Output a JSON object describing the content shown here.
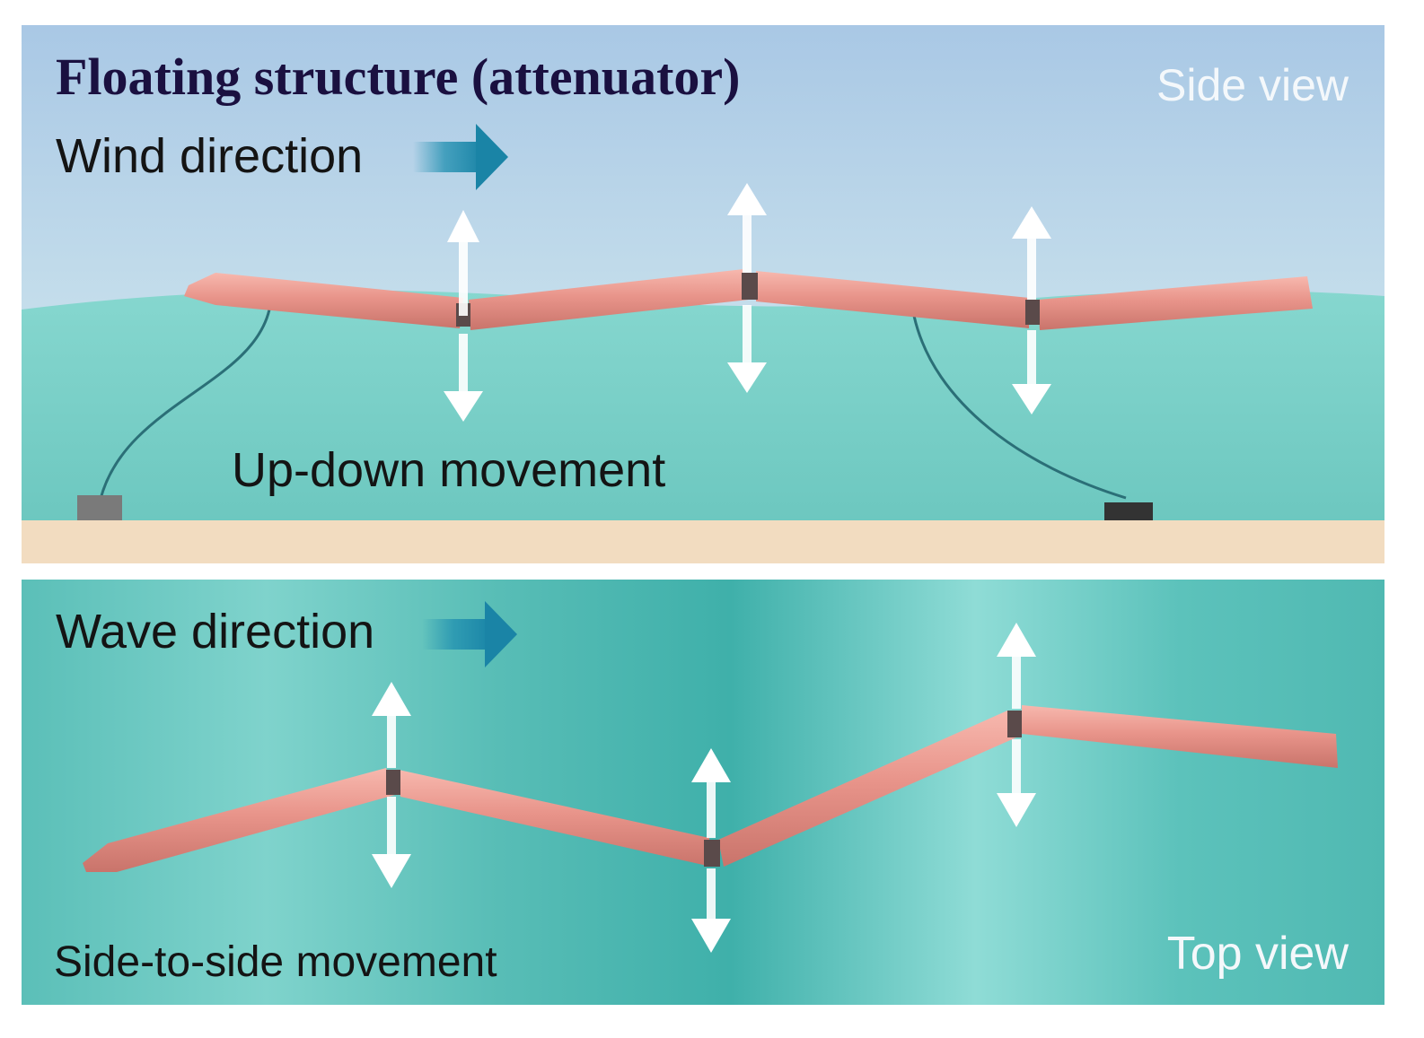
{
  "title": "Floating structure (attenuator)",
  "side_panel": {
    "view_label": "Side view",
    "direction_label": "Wind direction",
    "movement_label": "Up-down movement"
  },
  "top_panel": {
    "view_label": "Top view",
    "direction_label": "Wave direction",
    "movement_label": "Side-to-side movement"
  },
  "colors": {
    "sky_top": "#a9c9e6",
    "sky_bottom": "#d6ecef",
    "water_side": "#7fd3cc",
    "water_top": "#5cc3bb",
    "seabed": "#f2dcc0",
    "segment": "#e8938a",
    "segment_highlight": "#f7b7ae",
    "joint": "#5a4a4a",
    "arrow_direction": "#1f8fb0",
    "movement_arrow": "#ffffff",
    "mooring_line": "#2b6f77",
    "anchor": "#7a7a7a"
  },
  "icons": {
    "direction_arrow": "right-arrow-icon",
    "movement_arrow": "double-vertical-arrow-icon"
  }
}
